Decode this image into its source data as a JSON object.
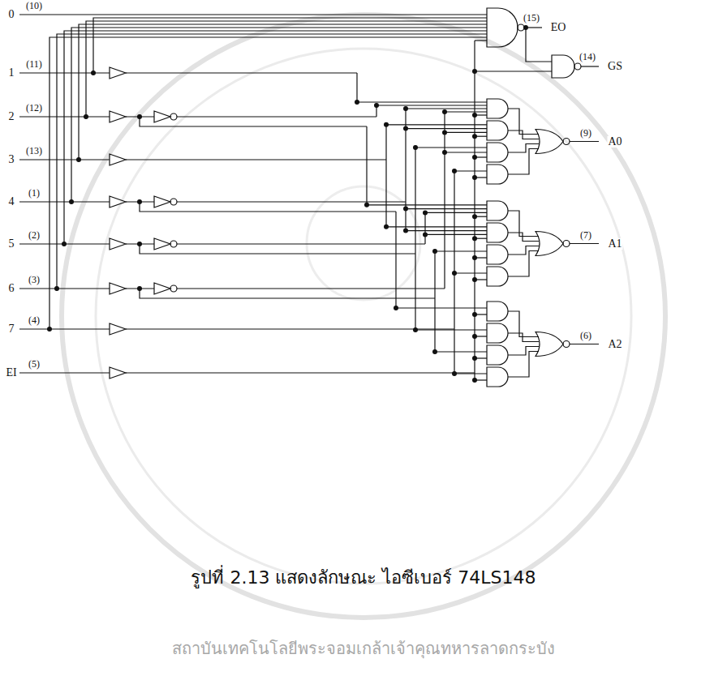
{
  "diagram": {
    "caption": "รูปที่ 2.13 แสดงลักษณะ ไอซีเบอร์ 74LS148",
    "labels": [
      "0",
      "(10)",
      "1",
      "(11)",
      "2",
      "(12)",
      "3",
      "(13)",
      "4",
      "(1)",
      "5",
      "(2)",
      "6",
      "(3)",
      "7",
      "(4)",
      "EI",
      "(5)",
      "(15)",
      "EO",
      "(14)",
      "GS",
      "(9)",
      "A0",
      "(7)",
      "A1",
      "(6)",
      "A2",
      "สถาบันเทคโนโลยีพระจอมเกล้าเจ้าคุณทหารลาดกระบัง"
    ]
  }
}
